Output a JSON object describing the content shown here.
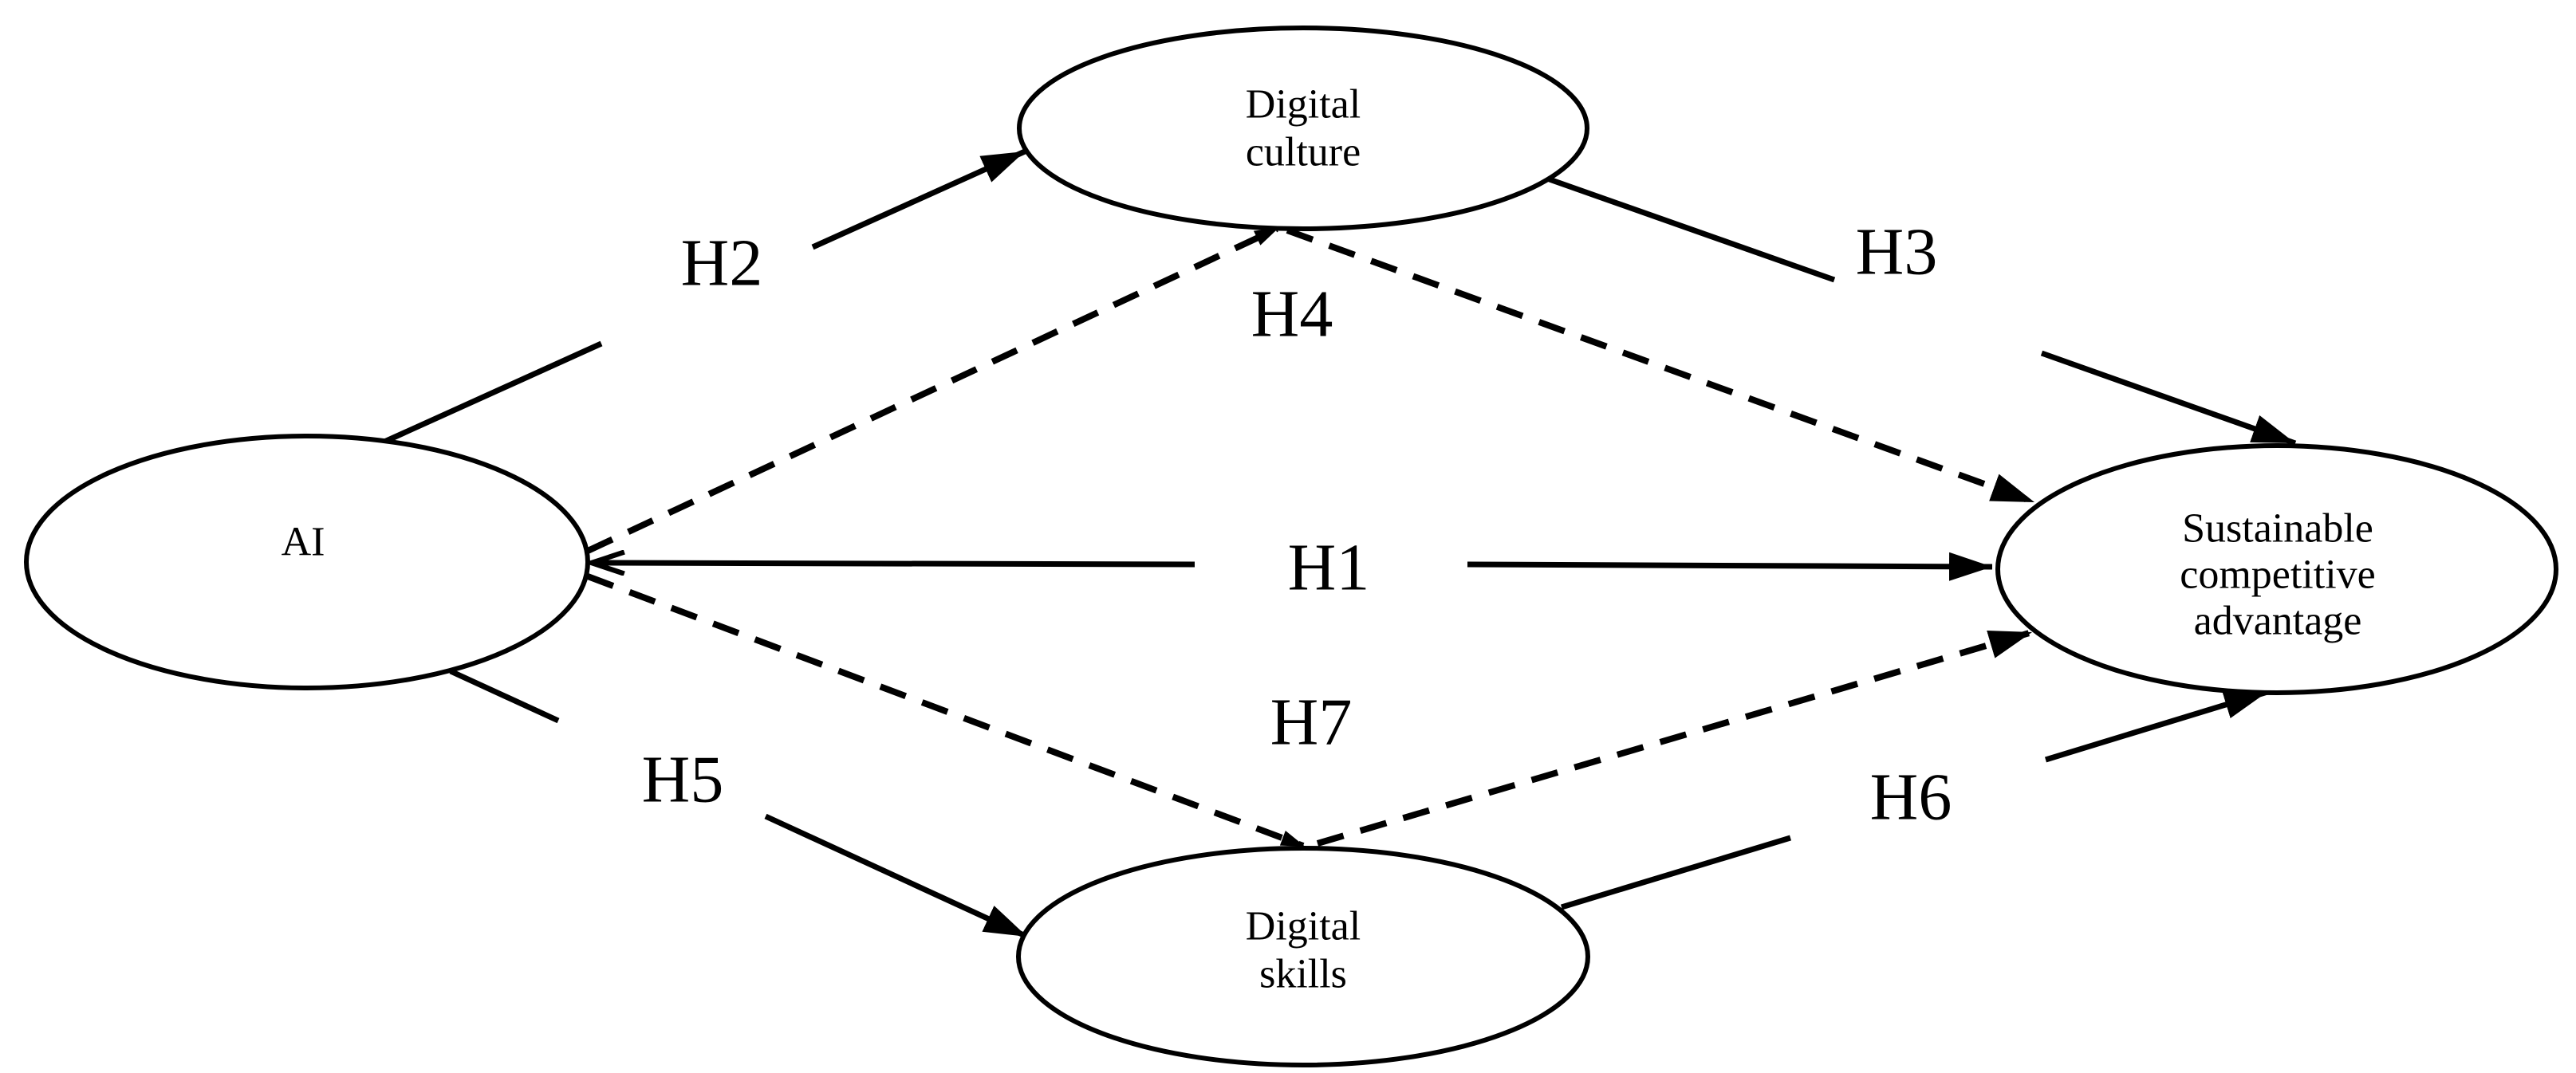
{
  "diagram": {
    "type": "hypothesis-path-model",
    "colors": {
      "background": "#ffffff",
      "stroke": "#000000",
      "node_fill": "#ffffff",
      "text": "#000000"
    },
    "nodes": {
      "ai": {
        "label": "AI"
      },
      "digital_culture": {
        "label_line1": "Digital",
        "label_line2": "culture"
      },
      "digital_skills": {
        "label_line1": "Digital",
        "label_line2": "skills"
      },
      "sustainable_competitive_advantage": {
        "label_line1": "Sustainable",
        "label_line2": "competitive",
        "label_line3": "advantage"
      }
    },
    "hypothesis_labels": {
      "h1": "H1",
      "h2": "H2",
      "h3": "H3",
      "h4": "H4",
      "h5": "H5",
      "h6": "H6",
      "h7": "H7"
    },
    "edges": [
      {
        "id": "H1",
        "label": "H1",
        "from": "AI",
        "to": "Sustainable competitive advantage",
        "style": "solid",
        "arrowheads": "both (open V at AI, filled at target)"
      },
      {
        "id": "H2",
        "label": "H2",
        "from": "AI",
        "to": "Digital culture",
        "style": "solid",
        "arrowheads": "filled at target"
      },
      {
        "id": "H3",
        "label": "H3",
        "from": "Digital culture",
        "to": "Sustainable competitive advantage",
        "style": "solid",
        "arrowheads": "filled at target"
      },
      {
        "id": "H4",
        "label": "H4",
        "from": "AI",
        "via": "Digital culture",
        "to": "Sustainable competitive advantage",
        "style": "dashed",
        "arrowheads": "small at mediator, filled at target"
      },
      {
        "id": "H5",
        "label": "H5",
        "from": "AI",
        "to": "Digital skills",
        "style": "solid",
        "arrowheads": "filled at target"
      },
      {
        "id": "H6",
        "label": "H6",
        "from": "Digital skills",
        "to": "Sustainable competitive advantage",
        "style": "solid",
        "arrowheads": "filled at target"
      },
      {
        "id": "H7",
        "label": "H7",
        "from": "AI",
        "via": "Digital skills",
        "to": "Sustainable competitive advantage",
        "style": "dashed",
        "arrowheads": "small at mediator, filled at target"
      }
    ]
  }
}
